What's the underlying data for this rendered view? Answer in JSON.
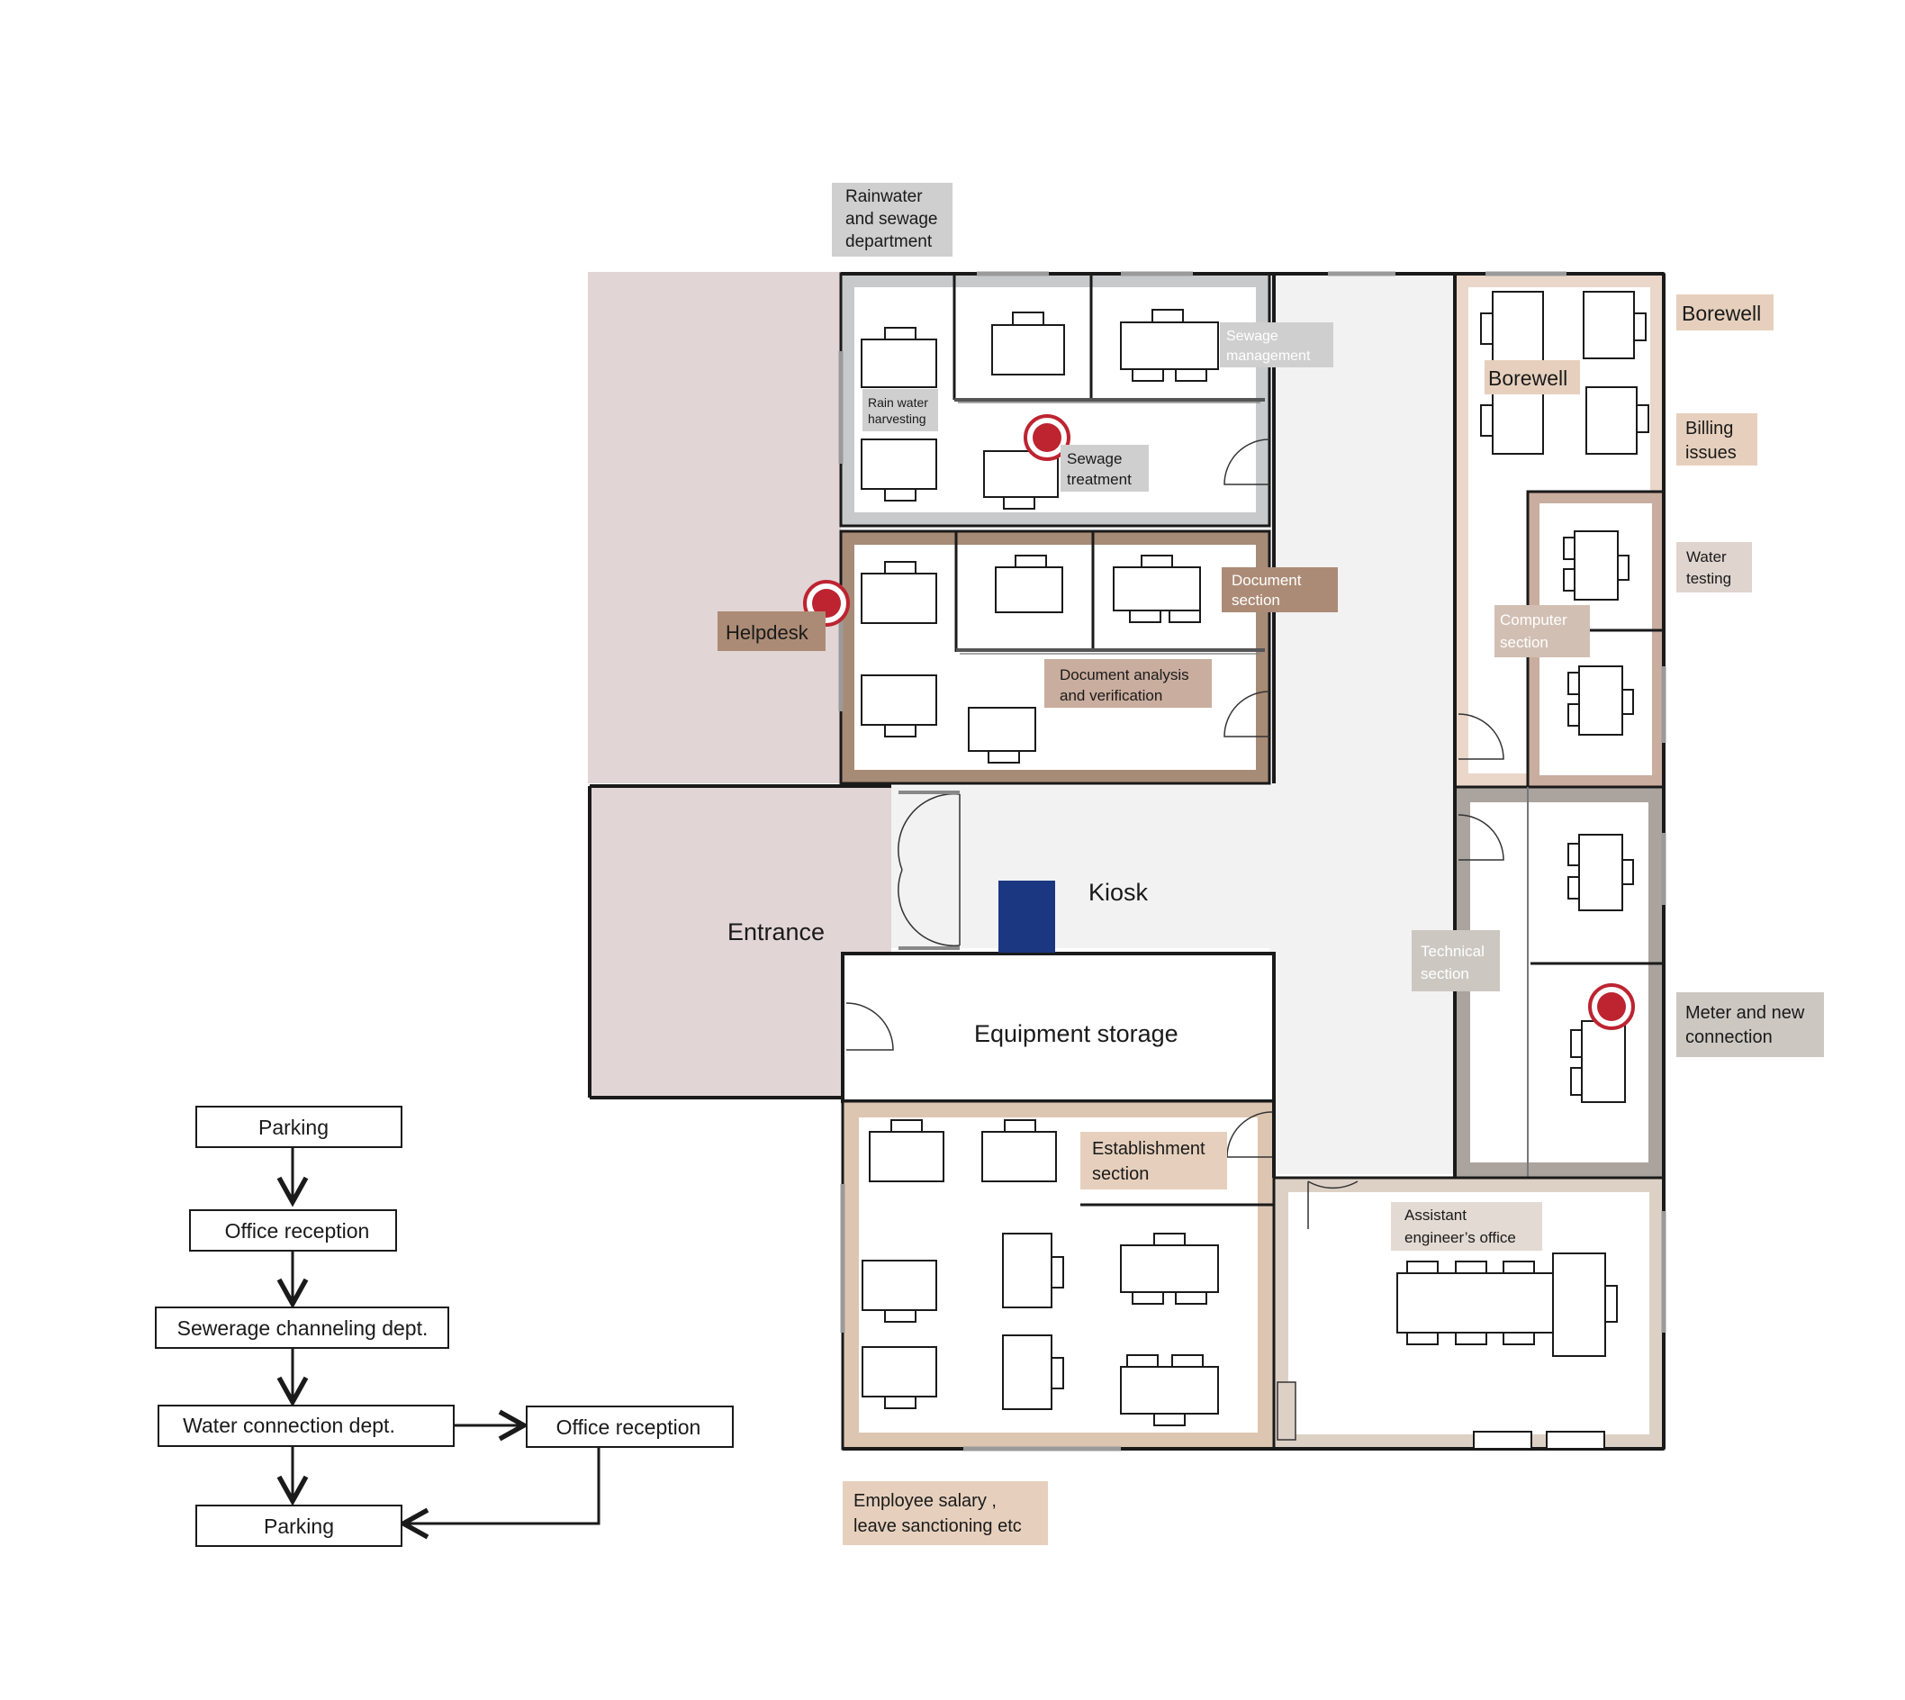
{
  "colors": {
    "outer_wall": "#1a1a1a",
    "sewage_zone": "#c8c9ca",
    "document_zone": "#a68b76",
    "borewell_zone": "#ead7ca",
    "computer_zone": "#c9ad9e",
    "technical_zone": "#aaa39e",
    "establishment_zone": "#dcc6b1",
    "assistant_zone": "#ddd1c6",
    "corridor": "#f2f2f2",
    "entrance_fill": "#e2d5d5",
    "kiosk": "#1c3781",
    "marker": "#bd2430",
    "label_gray": "#cfcfcf",
    "label_brown": "#ac8b76",
    "label_tan": "#e6d0bd"
  },
  "plan": {
    "rainwater_sewage_dept": "Rainwater\nand sewage\ndepartment",
    "rain_water_harvesting": "Rain water\nharvesting",
    "sewage_treatment": "Sewage\ntreatment",
    "sewage_management": "Sewage\nmanagement",
    "document_section": "Document\nsection",
    "document_analysis": "Document analysis\nand verification",
    "helpdesk": "Helpdesk",
    "entrance": "Entrance",
    "kiosk": "Kiosk",
    "equipment_storage": "Equipment storage",
    "establishment_section": "Establishment\nsection",
    "employee_salary": "Employee salary ,\nleave sanctioning etc",
    "borewell_outer": "Borewell",
    "borewell_inner": "Borewell",
    "billing_issues": "Billing\nissues",
    "water_testing": "Water\ntesting",
    "computer_section": "Computer\nsection",
    "technical_section": "Technical\nsection",
    "meter_connection": "Meter and new\nconnection",
    "assistant_engineer": "Assistant\nengineer’s office"
  },
  "flowchart": {
    "parking_start": "Parking",
    "office_reception": "Office reception",
    "sewerage_dept": "Sewerage channeling dept.",
    "water_dept": "Water connection dept.",
    "office_reception_2": "Office reception",
    "parking_end": "Parking"
  },
  "icons": {
    "marker": "location-marker-icon",
    "desk": "desk-icon",
    "door": "door-swing-icon"
  }
}
